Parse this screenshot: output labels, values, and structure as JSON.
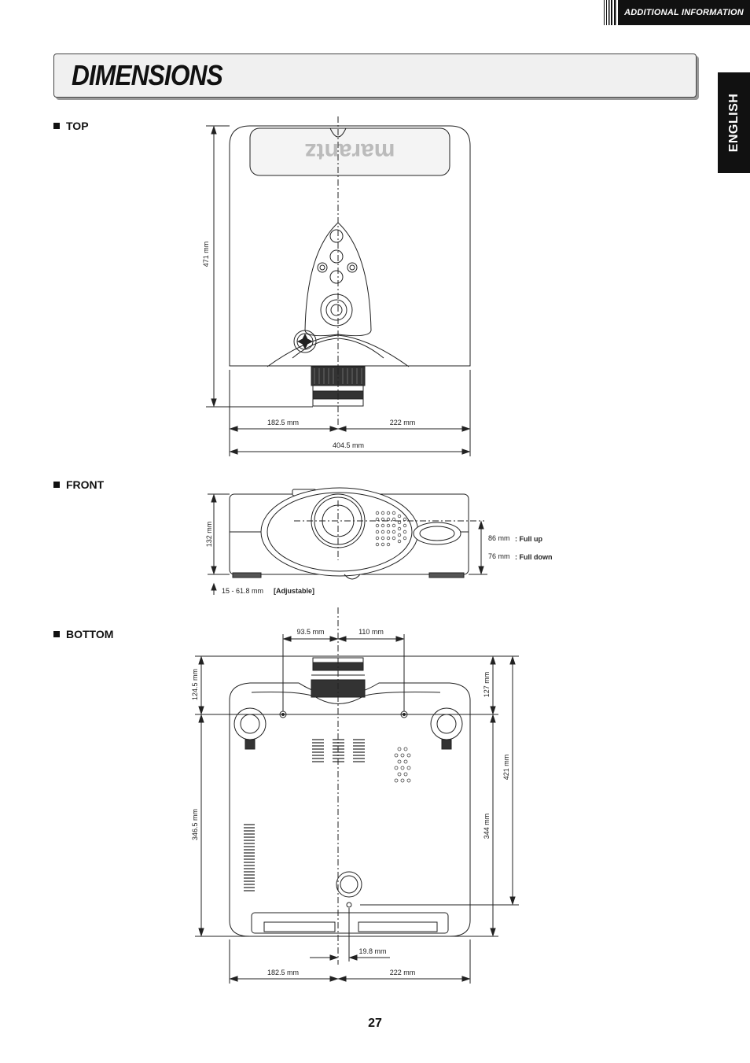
{
  "header": {
    "section": "ADDITIONAL INFORMATION"
  },
  "title": "DIMENSIONS",
  "language_tab": "ENGLISH",
  "sections": {
    "top": {
      "label": "TOP",
      "logo": "marantz",
      "height": "471 mm",
      "left_width": "182.5 mm",
      "right_width": "222 mm",
      "total_width": "404.5 mm"
    },
    "front": {
      "label": "FRONT",
      "height": "132 mm",
      "full_up_value": "86 mm",
      "full_up_label": ": Full up",
      "full_down_value": "76 mm",
      "full_down_label": ": Full down",
      "foot_value": "15 - 61.8 mm",
      "foot_label": "[Adjustable]"
    },
    "bottom": {
      "label": "BOTTOM",
      "top_left": "93.5 mm",
      "top_right": "110 mm",
      "left_upper": "124.5 mm",
      "left_lower": "346.5 mm",
      "right_upper": "127 mm",
      "right_total": "421 mm",
      "right_lower": "344 mm",
      "offset": "19.8 mm",
      "left_width": "182.5 mm",
      "right_width": "222 mm"
    }
  },
  "page_number": "27"
}
